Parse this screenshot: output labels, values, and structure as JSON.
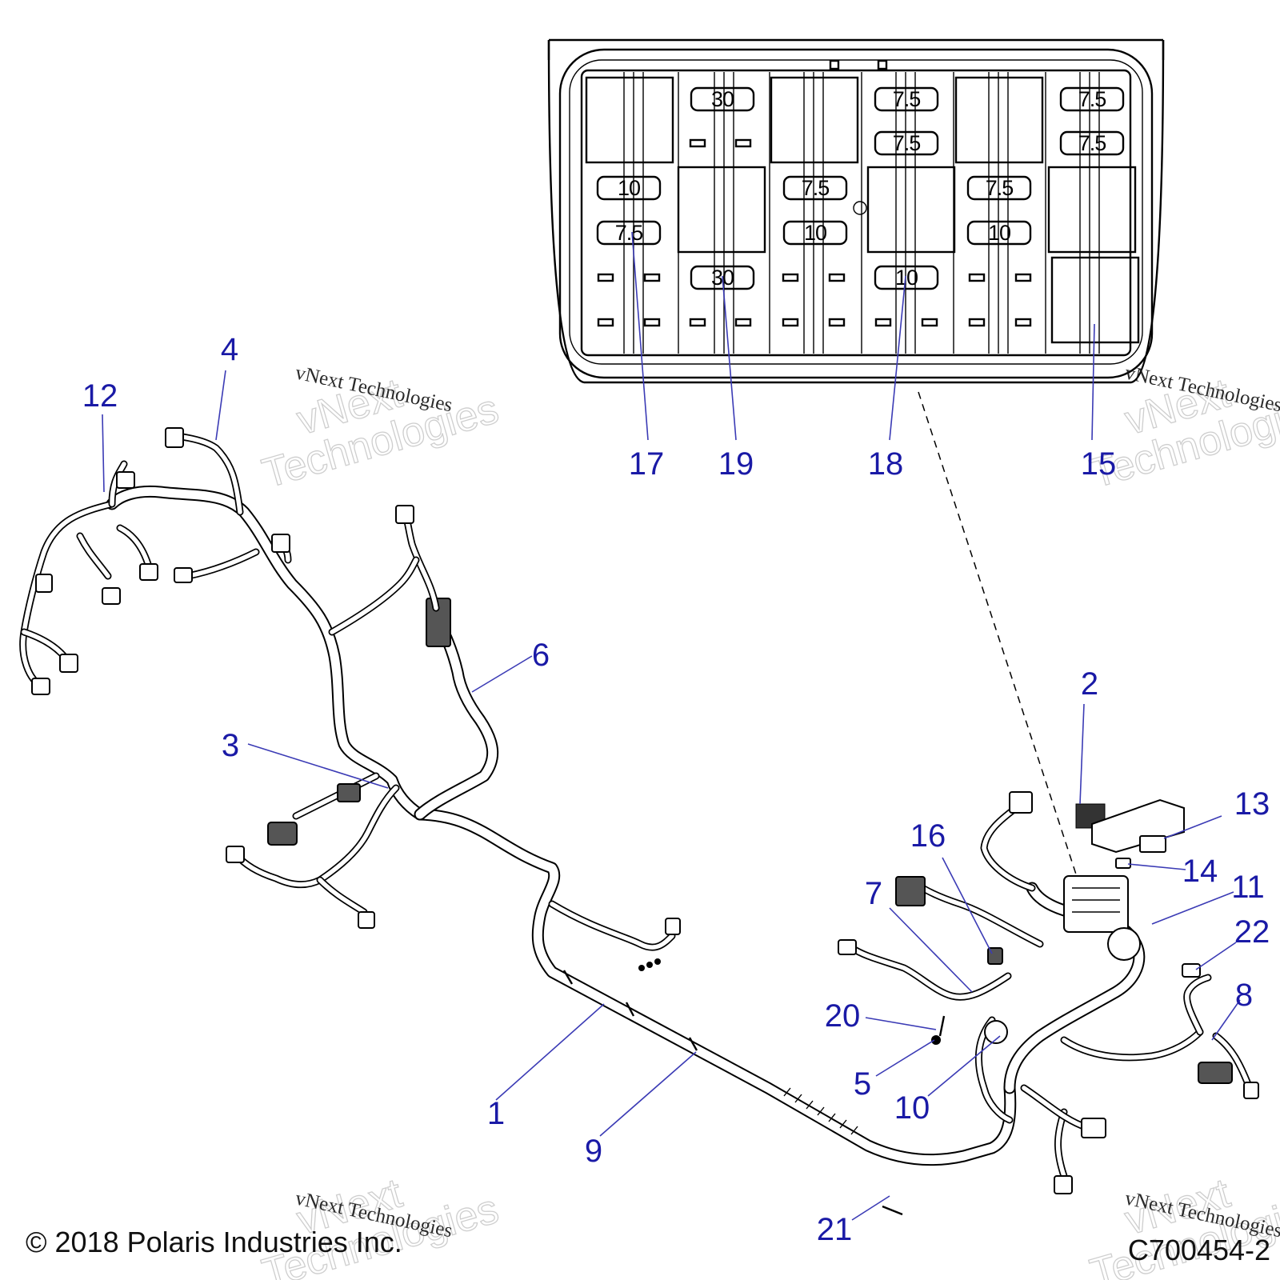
{
  "diagram": {
    "fuse_box": {
      "fuse_labels": [
        {
          "id": "f1",
          "value": "30"
        },
        {
          "id": "f2",
          "value": "7.5"
        },
        {
          "id": "f3",
          "value": "7.5"
        },
        {
          "id": "f4",
          "value": "7.5"
        },
        {
          "id": "f5",
          "value": "7.5"
        },
        {
          "id": "f6",
          "value": "10"
        },
        {
          "id": "f7",
          "value": "7.5"
        },
        {
          "id": "f8",
          "value": "7.5"
        },
        {
          "id": "f9",
          "value": "7.5"
        },
        {
          "id": "f10",
          "value": "10"
        },
        {
          "id": "f11",
          "value": "10"
        },
        {
          "id": "f12",
          "value": "30"
        },
        {
          "id": "f13",
          "value": "10"
        }
      ]
    },
    "callouts": [
      {
        "id": "c1",
        "label": "1"
      },
      {
        "id": "c2",
        "label": "2"
      },
      {
        "id": "c3",
        "label": "3"
      },
      {
        "id": "c4",
        "label": "4"
      },
      {
        "id": "c5",
        "label": "5"
      },
      {
        "id": "c6",
        "label": "6"
      },
      {
        "id": "c7",
        "label": "7"
      },
      {
        "id": "c8",
        "label": "8"
      },
      {
        "id": "c9",
        "label": "9"
      },
      {
        "id": "c10",
        "label": "10"
      },
      {
        "id": "c11",
        "label": "11"
      },
      {
        "id": "c12",
        "label": "12"
      },
      {
        "id": "c13",
        "label": "13"
      },
      {
        "id": "c14",
        "label": "14"
      },
      {
        "id": "c15",
        "label": "15"
      },
      {
        "id": "c16",
        "label": "16"
      },
      {
        "id": "c17",
        "label": "17"
      },
      {
        "id": "c18",
        "label": "18"
      },
      {
        "id": "c19",
        "label": "19"
      },
      {
        "id": "c20",
        "label": "20"
      },
      {
        "id": "c21",
        "label": "21"
      },
      {
        "id": "c22",
        "label": "22"
      }
    ],
    "watermark": {
      "big_line1": "vNext",
      "big_line2": "Technologies",
      "small": "vNext Technologies"
    },
    "copyright": "© 2018 Polaris Industries Inc.",
    "figure_code": "C700454-2"
  }
}
